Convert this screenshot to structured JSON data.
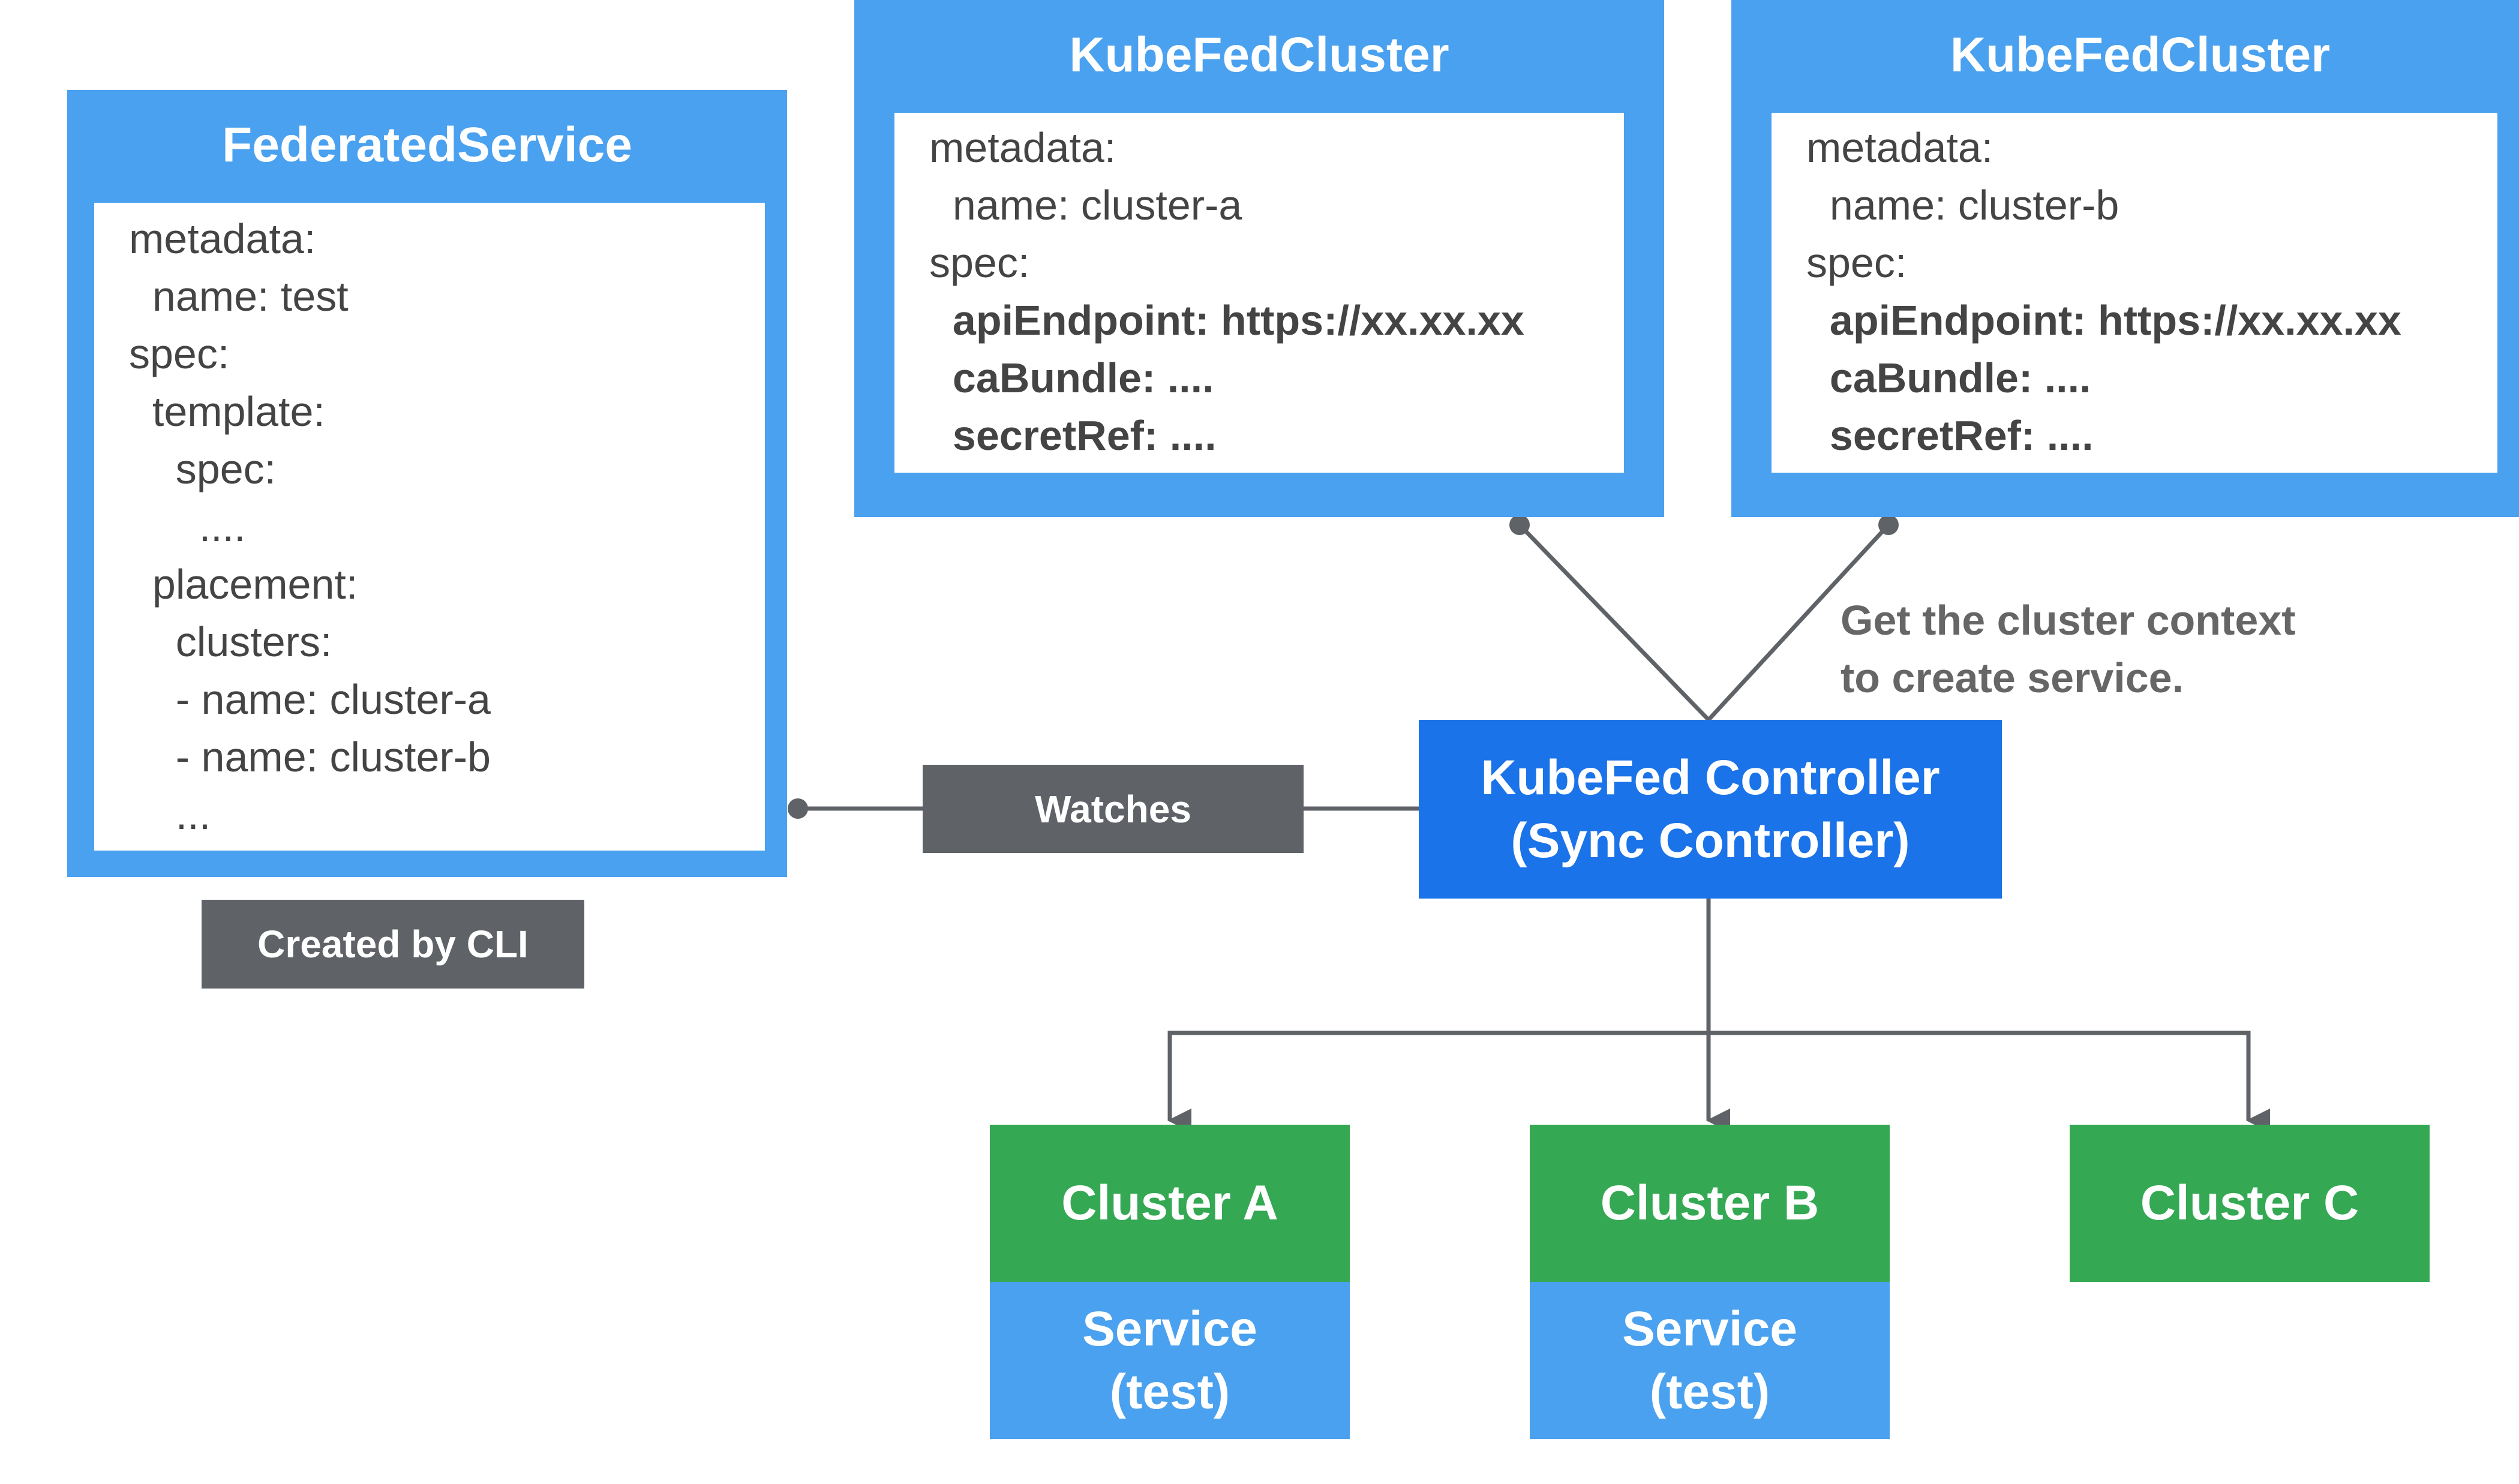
{
  "federated_service": {
    "title": "FederatedService",
    "lines": [
      "metadata:",
      "  name: test",
      "spec:",
      "  template:",
      "    spec:",
      "      ....",
      "  placement:",
      "    clusters:",
      "    - name: cluster-a",
      "    - name: cluster-b",
      "    ..."
    ],
    "created_by_label": "Created by CLI"
  },
  "kubefed_clusters": [
    {
      "title": "KubeFedCluster",
      "lines": [
        "metadata:",
        "  name: cluster-a",
        "spec:"
      ],
      "bold_lines": [
        "  apiEndpoint: https://xx.xx.xx",
        "  caBundle: ....",
        "  secretRef: ...."
      ]
    },
    {
      "title": "KubeFedCluster",
      "lines": [
        "metadata:",
        "  name: cluster-b",
        "spec:"
      ],
      "bold_lines": [
        "  apiEndpoint: https://xx.xx.xx",
        "  caBundle: ....",
        "  secretRef: ...."
      ]
    }
  ],
  "watches_label": "Watches",
  "context_note": [
    "Get the cluster context",
    "to create service."
  ],
  "controller": {
    "line1": "KubeFed Controller",
    "line2": "(Sync Controller)"
  },
  "clusters": [
    {
      "name": "Cluster A",
      "service_line1": "Service",
      "service_line2": "(test)"
    },
    {
      "name": "Cluster B",
      "service_line1": "Service",
      "service_line2": "(test)"
    },
    {
      "name": "Cluster C"
    }
  ],
  "colors": {
    "frame_blue": "#4aa1ef",
    "controller_blue": "#1a73e8",
    "cluster_green": "#34a853",
    "label_gray": "#5f6368",
    "connector": "#5f6368"
  }
}
